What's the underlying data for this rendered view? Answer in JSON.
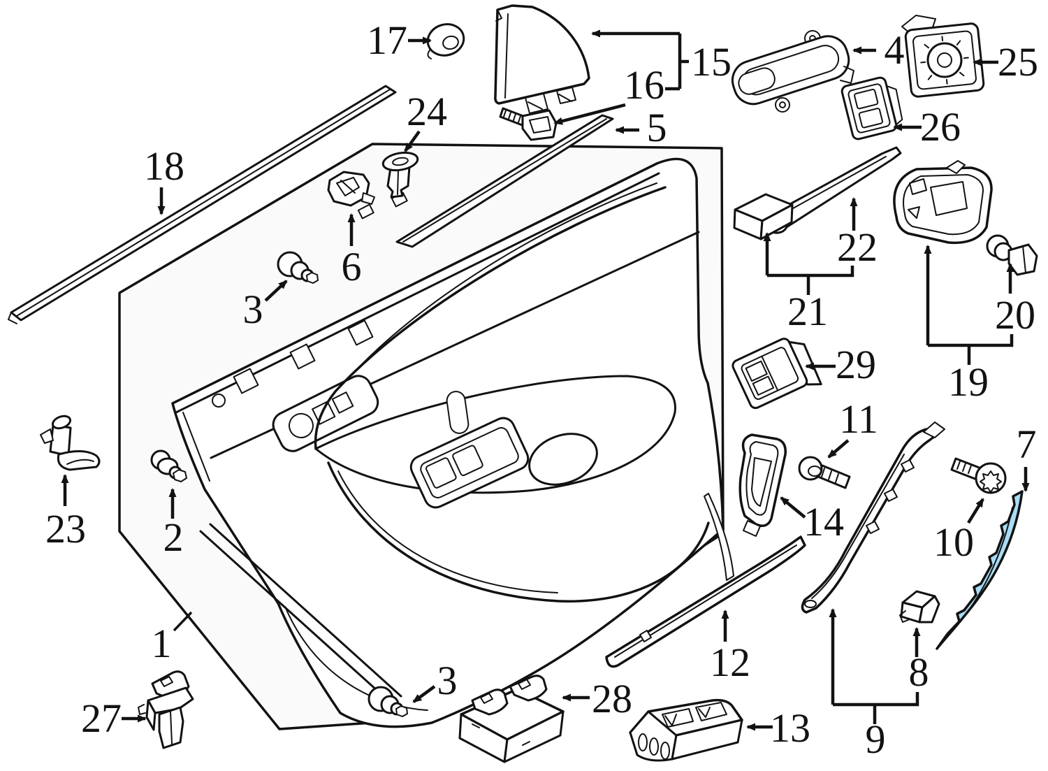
{
  "diagram": {
    "type": "exploded-parts-diagram",
    "subject": "front door interior trim panel",
    "highlighted_part": "7",
    "part_count": 29
  },
  "colors": {
    "line": "#121212",
    "page_background": "#ffffff",
    "panel_background": "#fafafa",
    "highlight": "#a9ddf6"
  },
  "labels": [
    {
      "text": "1"
    },
    {
      "text": "2"
    },
    {
      "text": "3"
    },
    {
      "text": "3"
    },
    {
      "text": "4"
    },
    {
      "text": "5"
    },
    {
      "text": "6"
    },
    {
      "text": "7"
    },
    {
      "text": "8"
    },
    {
      "text": "9"
    },
    {
      "text": "10"
    },
    {
      "text": "11"
    },
    {
      "text": "12"
    },
    {
      "text": "13"
    },
    {
      "text": "14"
    },
    {
      "text": "15"
    },
    {
      "text": "16"
    },
    {
      "text": "17"
    },
    {
      "text": "18"
    },
    {
      "text": "19"
    },
    {
      "text": "20"
    },
    {
      "text": "21"
    },
    {
      "text": "22"
    },
    {
      "text": "23"
    },
    {
      "text": "24"
    },
    {
      "text": "25"
    },
    {
      "text": "26"
    },
    {
      "text": "27"
    },
    {
      "text": "28"
    },
    {
      "text": "29"
    }
  ]
}
